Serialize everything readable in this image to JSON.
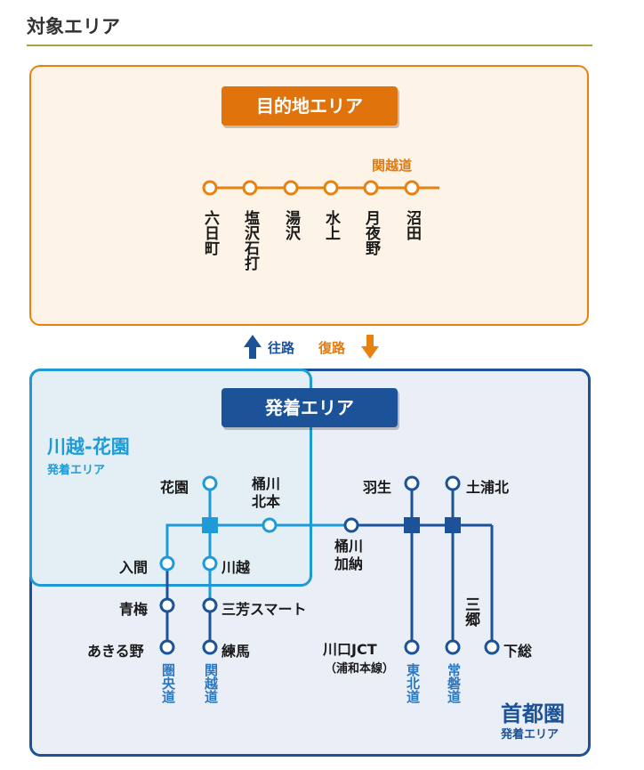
{
  "title": "対象エリア",
  "destination": {
    "badge": "目的地エリア",
    "road": "関越道",
    "stations": [
      "六日町",
      "塩沢石打",
      "湯沢",
      "水上",
      "月夜野",
      "沼田"
    ]
  },
  "directions": {
    "outbound": "往路",
    "return": "復路"
  },
  "departure": {
    "badge": "発着エリア",
    "kawagoe_title": "川越‐花園",
    "kawagoe_sub": "発着エリア",
    "shutoken_title": "首都圏",
    "shutoken_sub": "発着エリア",
    "stations": {
      "hanazono": "花園",
      "okegawa_kitamoto": [
        "桶川",
        "北本"
      ],
      "hanyu": "羽生",
      "tsuchiura_kita": "土浦北",
      "okegawa_kano": [
        "桶川",
        "加納"
      ],
      "iruma": "入間",
      "kawagoe": "川越",
      "ome": "青梅",
      "miyoshi_smart": "三芳スマート",
      "misato": "三郷",
      "akiruno": "あきる野",
      "nerima": "練馬",
      "kawaguchi_jct": "川口JCT",
      "kawaguchi_note": "（浦和本線）",
      "shimofusa": "下総"
    },
    "roads": {
      "kenodo": "圏央道",
      "kanetsu": "関越道",
      "tohoku": "東北道",
      "joban": "常磐道"
    }
  },
  "colors": {
    "orange": "#e8820e",
    "dark_blue": "#1b5298",
    "light_blue": "#1e9bd7"
  }
}
